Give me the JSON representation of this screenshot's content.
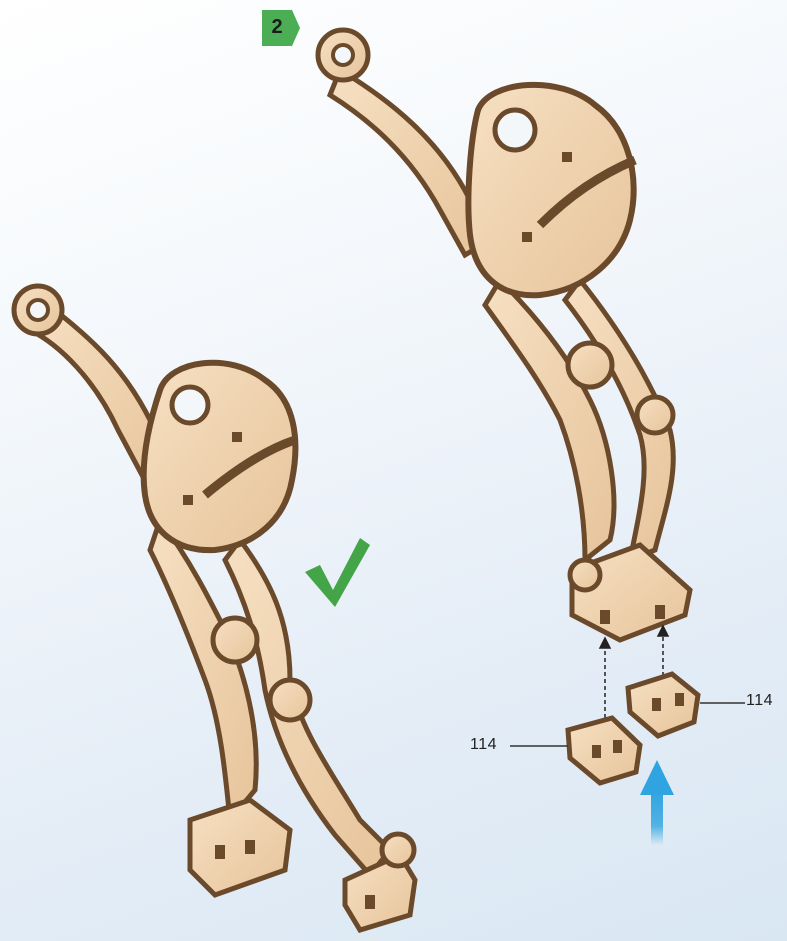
{
  "step": {
    "number": "2"
  },
  "parts": [
    {
      "id": "right-foot-part",
      "label": "114"
    },
    {
      "id": "left-foot-part",
      "label": "114"
    }
  ],
  "colors": {
    "wood_light": "#f0d5b3",
    "wood_edge": "#6b4a2b",
    "check_green": "#43a547",
    "badge_green": "#4cae54",
    "arrow_blue": "#2fa4e0"
  },
  "icons": [
    "checkmark-icon",
    "arrow-up-icon",
    "step-badge-icon"
  ]
}
